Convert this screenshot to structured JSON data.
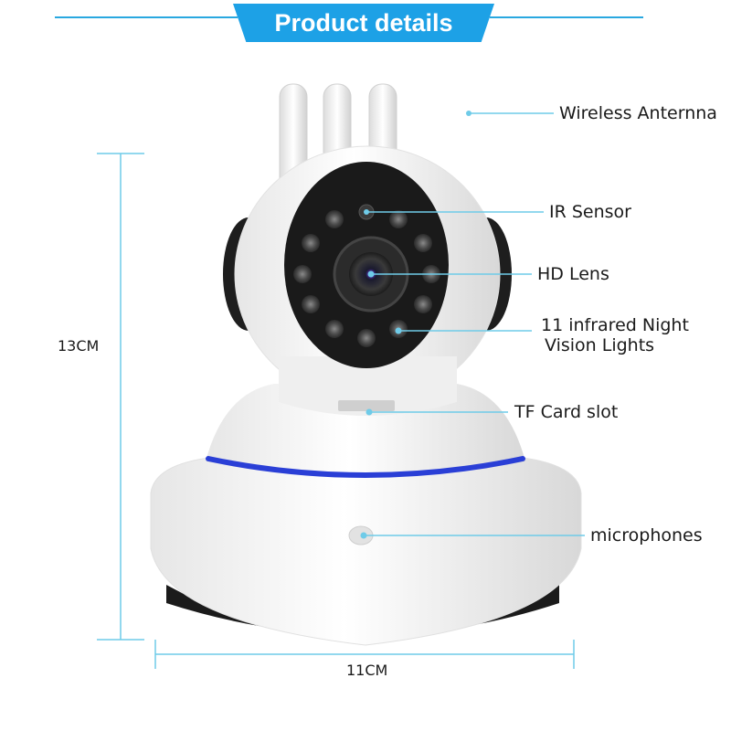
{
  "header": {
    "title": "Product details"
  },
  "callouts": {
    "antenna": "Wireless Anternna",
    "ir_sensor": "IR Sensor",
    "hd_lens": "HD Lens",
    "night_lights_line1": "11 infrared Night",
    "night_lights_line2": "Vision Lights",
    "tf_card": "TF Card slot",
    "microphones": "microphones"
  },
  "dimensions": {
    "height": "13CM",
    "width": "11CM"
  },
  "colors": {
    "accent": "#1da1e6",
    "leader": "#6fcbe8",
    "led_ring": "#2a3fd6"
  }
}
